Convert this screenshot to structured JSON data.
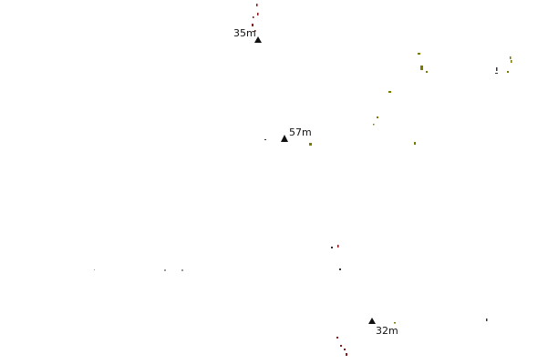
{
  "map": {
    "peaks": [
      {
        "label": "35m",
        "icon": "triangle-peak-icon"
      },
      {
        "label": "57m",
        "icon": "triangle-peak-icon"
      },
      {
        "label": "32m",
        "icon": "triangle-peak-icon"
      }
    ],
    "colors": {
      "background": "#ffffff",
      "peak_marker": "#111111",
      "contour_fragments": "#7a7a00",
      "red_fragments": "#8b1a1a",
      "label_text": "#111111"
    }
  }
}
